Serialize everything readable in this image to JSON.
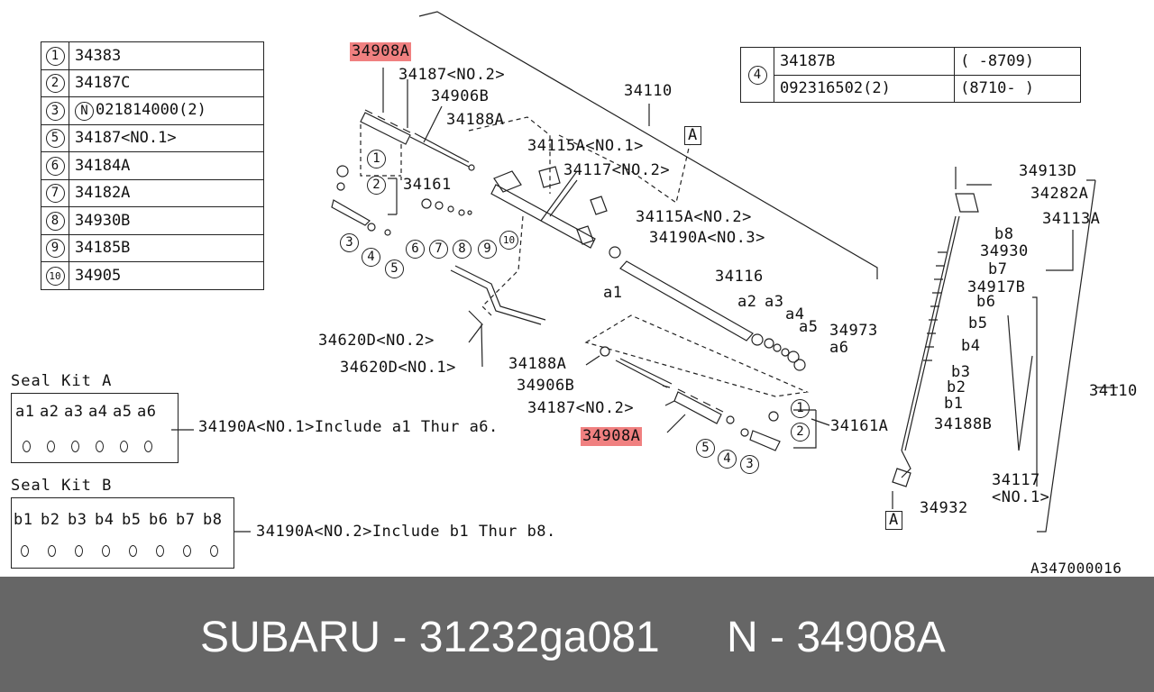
{
  "parts_table": [
    {
      "num": "1",
      "part": "34383"
    },
    {
      "num": "2",
      "part": "34187C"
    },
    {
      "num": "3",
      "prefix": "N",
      "part": "021814000(2)"
    },
    {
      "num": "5",
      "part": "34187<NO.1>"
    },
    {
      "num": "6",
      "part": "34184A"
    },
    {
      "num": "7",
      "part": "34182A"
    },
    {
      "num": "8",
      "part": "34930B"
    },
    {
      "num": "9",
      "part": "34185B"
    },
    {
      "num": "10",
      "part": "34905"
    }
  ],
  "alt_table": {
    "num": "4",
    "rows": [
      {
        "part": "34187B",
        "range": "(   -8709)"
      },
      {
        "part": "092316502(2)",
        "range": "(8710-    )"
      }
    ]
  },
  "labels": {
    "l_34908A_top": "34908A",
    "l_34187_no2_top": "34187<NO.2>",
    "l_34906B_top": "34906B",
    "l_34188A_top": "34188A",
    "l_34110_top": "34110",
    "l_A_box_top": "A",
    "l_34115A_no1": "34115A<NO.1>",
    "l_34117_no2": "34117<NO.2>",
    "l_34161": "34161",
    "l_34115A_no2": "34115A<NO.2>",
    "l_34190A_no3": "34190A<NO.3>",
    "l_34116": "34116",
    "l_a1": "a1",
    "l_a2": "a2",
    "l_a3": "a3",
    "l_a4": "a4",
    "l_a5": "a5",
    "l_a6": "a6",
    "l_34973": "34973",
    "l_34620D_no2": "34620D<NO.2>",
    "l_34620D_no1": "34620D<NO.1>",
    "l_34188A_mid": "34188A",
    "l_34906B_mid": "34906B",
    "l_34187_no2_mid": "34187<NO.2>",
    "l_34908A_bottom": "34908A",
    "l_34161A": "34161A",
    "l_34913D": "34913D",
    "l_34282A": "34282A",
    "l_34113A": "34113A",
    "l_b8": "b8",
    "l_34930": "34930",
    "l_b7": "b7",
    "l_34917B": "34917B",
    "l_b6": "b6",
    "l_b5": "b5",
    "l_b4": "b4",
    "l_b3": "b3",
    "l_b2": "b2",
    "l_b1": "b1",
    "l_34188B": "34188B",
    "l_34110_right": "34110",
    "l_34117": "34117",
    "l_34117_no1": "<NO.1>",
    "l_34932": "34932",
    "l_A_box_bottom": "A",
    "l_code": "A347000016"
  },
  "callouts": {
    "c1_left": "1",
    "c2_left": "2",
    "c3_left": "3",
    "c4_left": "4",
    "c5_left": "5",
    "c6": "6",
    "c7": "7",
    "c8": "8",
    "c9": "9",
    "c10": "10",
    "c1_right": "1",
    "c2_right": "2",
    "c5_right": "5",
    "c4_right": "4",
    "c3_right": "3"
  },
  "seal_kit_a": {
    "title": "Seal Kit A",
    "items": [
      "a1",
      "a2",
      "a3",
      "a4",
      "a5",
      "a6"
    ],
    "note": "34190A<NO.1>Include a1 Thur a6."
  },
  "seal_kit_b": {
    "title": "Seal Kit B",
    "items": [
      "b1",
      "b2",
      "b3",
      "b4",
      "b5",
      "b6",
      "b7",
      "b8"
    ],
    "note": "34190A<NO.2>Include b1 Thur b8."
  },
  "footer": {
    "brand_part": "SUBARU - 31232ga081",
    "ref": "N - 34908A"
  },
  "colors": {
    "highlight": "#f08080",
    "footer_bg": "#666666",
    "footer_text": "#ffffff"
  }
}
